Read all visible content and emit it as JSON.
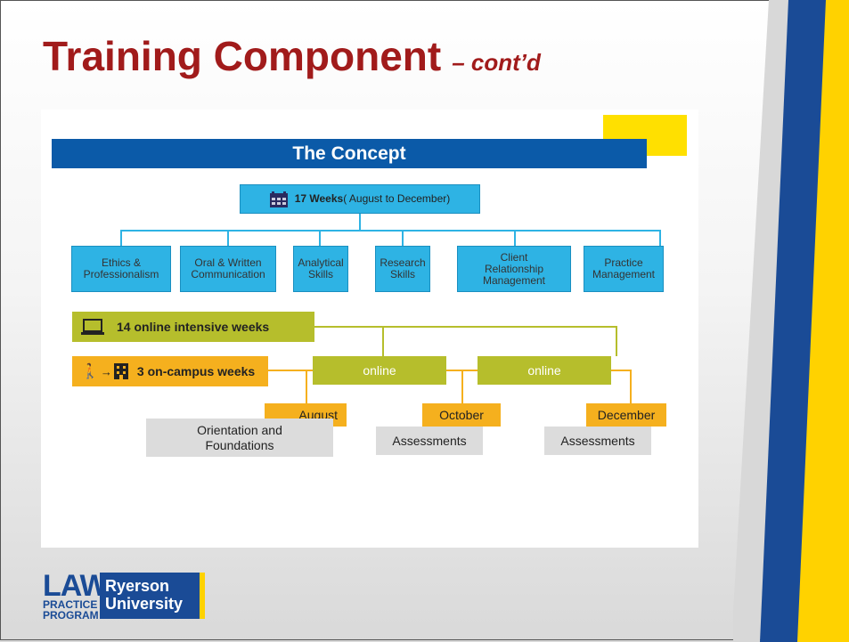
{
  "slide": {
    "title": "Training Component",
    "title_suffix": "– cont’d"
  },
  "diagram": {
    "header": "The Concept",
    "duration_bold": "17 Weeks",
    "duration_rest": " ( August to December)",
    "skills": [
      "Ethics  &\nProfessionalism",
      "Oral & Written\nCommunication",
      "Analytical\nSkills",
      "Research\nSkills",
      "Client\nRelationship\nManagement",
      "Practice\nManagement"
    ],
    "online_weeks": "14 online intensive weeks",
    "campus_weeks": "3 on-campus weeks",
    "online_label_1": "online",
    "online_label_2": "online",
    "months": [
      "August",
      "October",
      "December"
    ],
    "activities": [
      "Orientation and\nFoundations",
      "Assessments",
      "Assessments"
    ]
  },
  "logo": {
    "law": "LAW",
    "practice": "PRACTICE",
    "program": "PROGRAM",
    "ryerson": "Ryerson",
    "university": "University"
  },
  "colors": {
    "title": "#a11b1b",
    "header_blue": "#0b5aa8",
    "skill_cyan": "#2eb3e4",
    "olive": "#b6be2c",
    "orange": "#f5b01e",
    "grey": "#dcdcdc",
    "stripe_blue": "#1a4b96",
    "stripe_yellow": "#ffd200"
  }
}
